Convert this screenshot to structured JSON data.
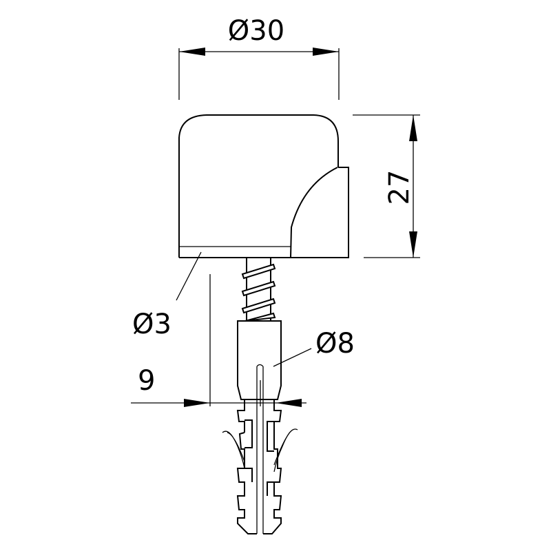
{
  "dimensions": {
    "cap_diameter": "Ø30",
    "cap_height": "27",
    "small_diameter": "Ø3",
    "anchor_diameter": "Ø8",
    "depth": "9"
  },
  "colors": {
    "line": "#000000",
    "background": "#ffffff"
  }
}
